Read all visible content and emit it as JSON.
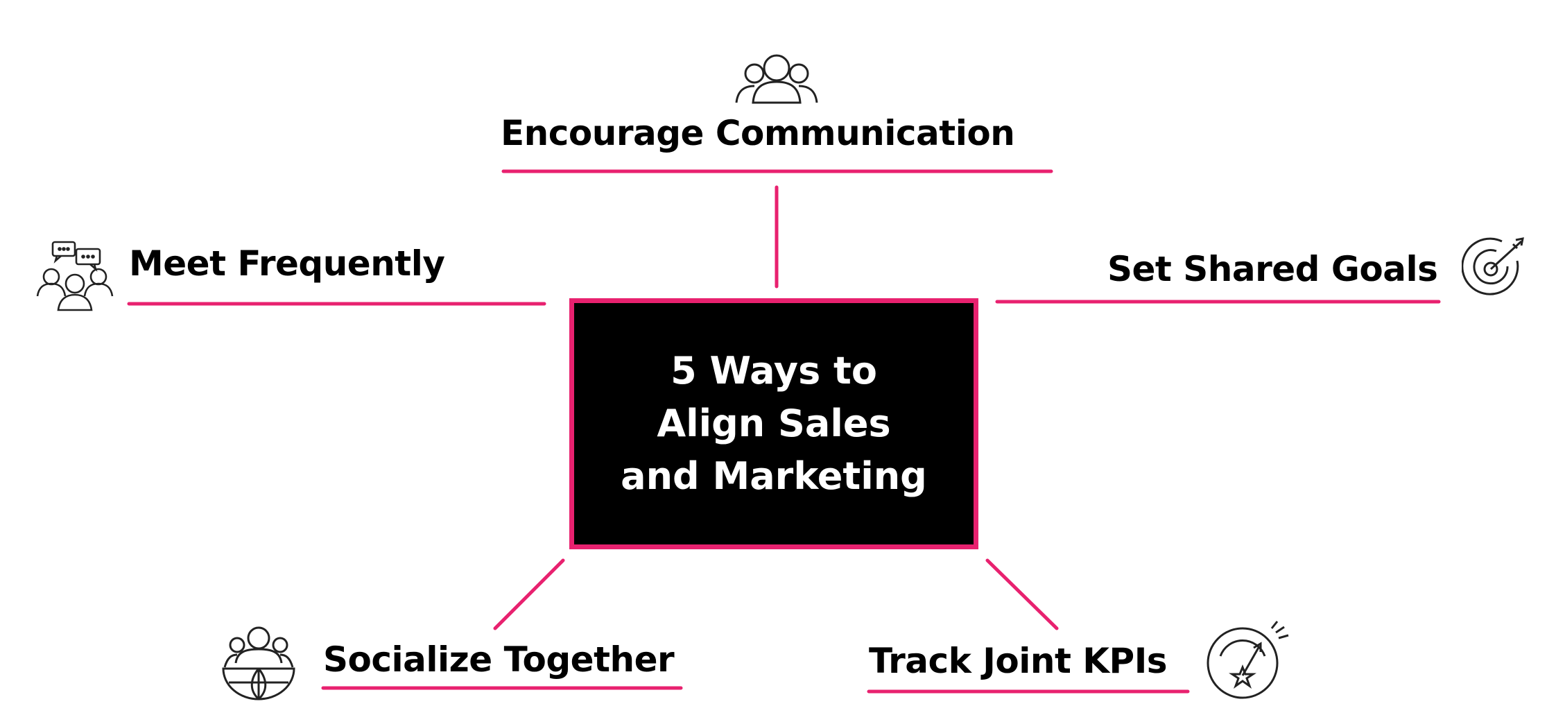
{
  "center": {
    "lines": [
      "5 Ways to",
      "Align Sales",
      "and Marketing"
    ]
  },
  "nodes": {
    "top": {
      "label": "Encourage Communication",
      "icon": "group-icon"
    },
    "left": {
      "label": "Meet Frequently",
      "icon": "chat-team-icon"
    },
    "right": {
      "label": "Set Shared Goals",
      "icon": "target-icon"
    },
    "bottom_left": {
      "label": "Socialize Together",
      "icon": "globe-people-icon"
    },
    "bottom_right": {
      "label": "Track Joint KPIs",
      "icon": "gauge-star-icon"
    }
  },
  "colors": {
    "accent": "#e8216f",
    "box": "#000000",
    "box_text": "#ffffff",
    "text": "#000000"
  }
}
